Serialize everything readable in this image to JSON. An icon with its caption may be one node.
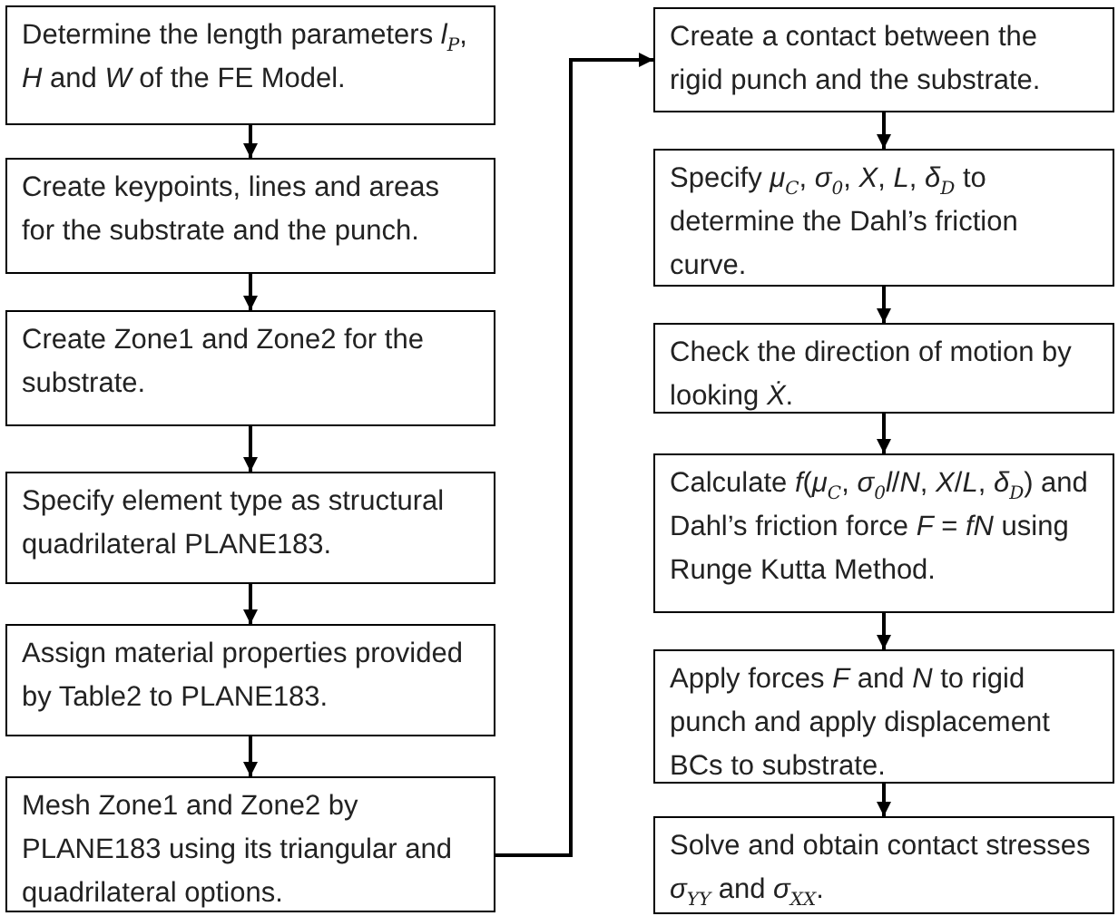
{
  "diagram": {
    "nodes": [
      {
        "text": [
          "Determine the length parameters *l*$_{P}$, *H* and *W* of the FE Model."
        ]
      },
      {
        "text": [
          "Create keypoints, lines and areas for the substrate and the punch."
        ]
      },
      {
        "text": [
          "Create Zone1 and Zone2 for the substrate."
        ]
      },
      {
        "text": [
          "Specify element type as structural quadrilateral PLANE183."
        ]
      },
      {
        "text": [
          "Assign material properties provided by Table2 to PLANE183."
        ]
      },
      {
        "text": [
          "Mesh Zone1 and Zone2 by PLANE183 using its triangular and quadrilateral options."
        ]
      },
      {
        "text": [
          "Create a contact between the rigid punch and the substrate."
        ]
      },
      {
        "text": [
          "Specify *μ*$_{C}$, *σ*$_{0}$, *X*, *L*, *δ*$_{D}$ to determine the Dahl’s friction curve."
        ]
      },
      {
        "text": [
          "Check the direction of motion by looking *Ẋ*."
        ]
      },
      {
        "text": [
          "Calculate *f*(*μ*$_{C}$, *σ*$_{0}$*l*/*N*, *X*/*L*, *δ*$_{D}$) and Dahl’s friction force *F* = *fN* using Runge Kutta Method."
        ]
      },
      {
        "text": [
          "Apply forces *F* and *N* to rigid punch and apply displacement BCs to substrate."
        ]
      },
      {
        "text": [
          "Solve and obtain contact stresses *σ*$_{YY}$ and *σ*$_{XX}$."
        ]
      }
    ],
    "edges": [
      {
        "from": 0,
        "to": 1,
        "arrow": "to"
      },
      {
        "from": 1,
        "to": 2,
        "arrow": "to"
      },
      {
        "from": 2,
        "to": 3,
        "arrow": "to"
      },
      {
        "from": 3,
        "to": 4,
        "arrow": "to"
      },
      {
        "from": 4,
        "to": 5,
        "arrow": "to"
      },
      {
        "from": 5,
        "to": 6,
        "arrow": "to"
      },
      {
        "from": 6,
        "to": 7,
        "arrow": "to"
      },
      {
        "from": 7,
        "to": 8,
        "arrow": "to"
      },
      {
        "from": 8,
        "to": 9,
        "arrow": "to"
      },
      {
        "from": 9,
        "to": 10,
        "arrow": "to"
      },
      {
        "from": 10,
        "to": 11,
        "arrow": "to"
      }
    ]
  }
}
